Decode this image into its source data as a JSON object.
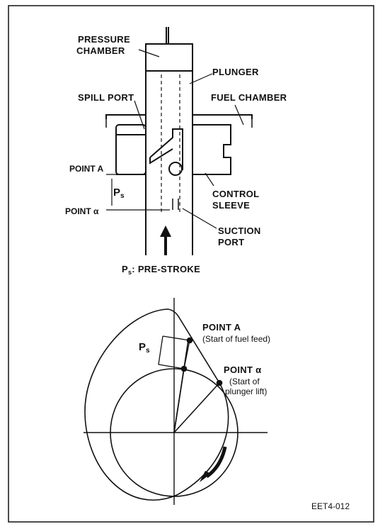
{
  "labels": {
    "pressure_chamber_1": "PRESSURE",
    "pressure_chamber_2": "CHAMBER",
    "plunger": "PLUNGER",
    "spill_port": "SPILL PORT",
    "fuel_chamber": "FUEL CHAMBER",
    "point_a": "POINT A",
    "ps_top": "P",
    "ps_sub": "s",
    "point_alpha": "POINT α",
    "control_sleeve_1": "CONTROL",
    "control_sleeve_2": "SLEEVE",
    "suction_port_1": "SUCTION",
    "suction_port_2": "PORT",
    "legend_ps": "P",
    "legend_ps_sub": "s",
    "legend_text": ": PRE-STROKE",
    "cam_point_a": "POINT A",
    "cam_point_a_desc": "(Start of fuel feed)",
    "cam_ps": "P",
    "cam_ps_sub": "s",
    "cam_point_alpha": "POINT α",
    "cam_point_alpha_desc_1": "(Start of",
    "cam_point_alpha_desc_2": "plunger lift)",
    "figure_code": "EET4-012"
  }
}
